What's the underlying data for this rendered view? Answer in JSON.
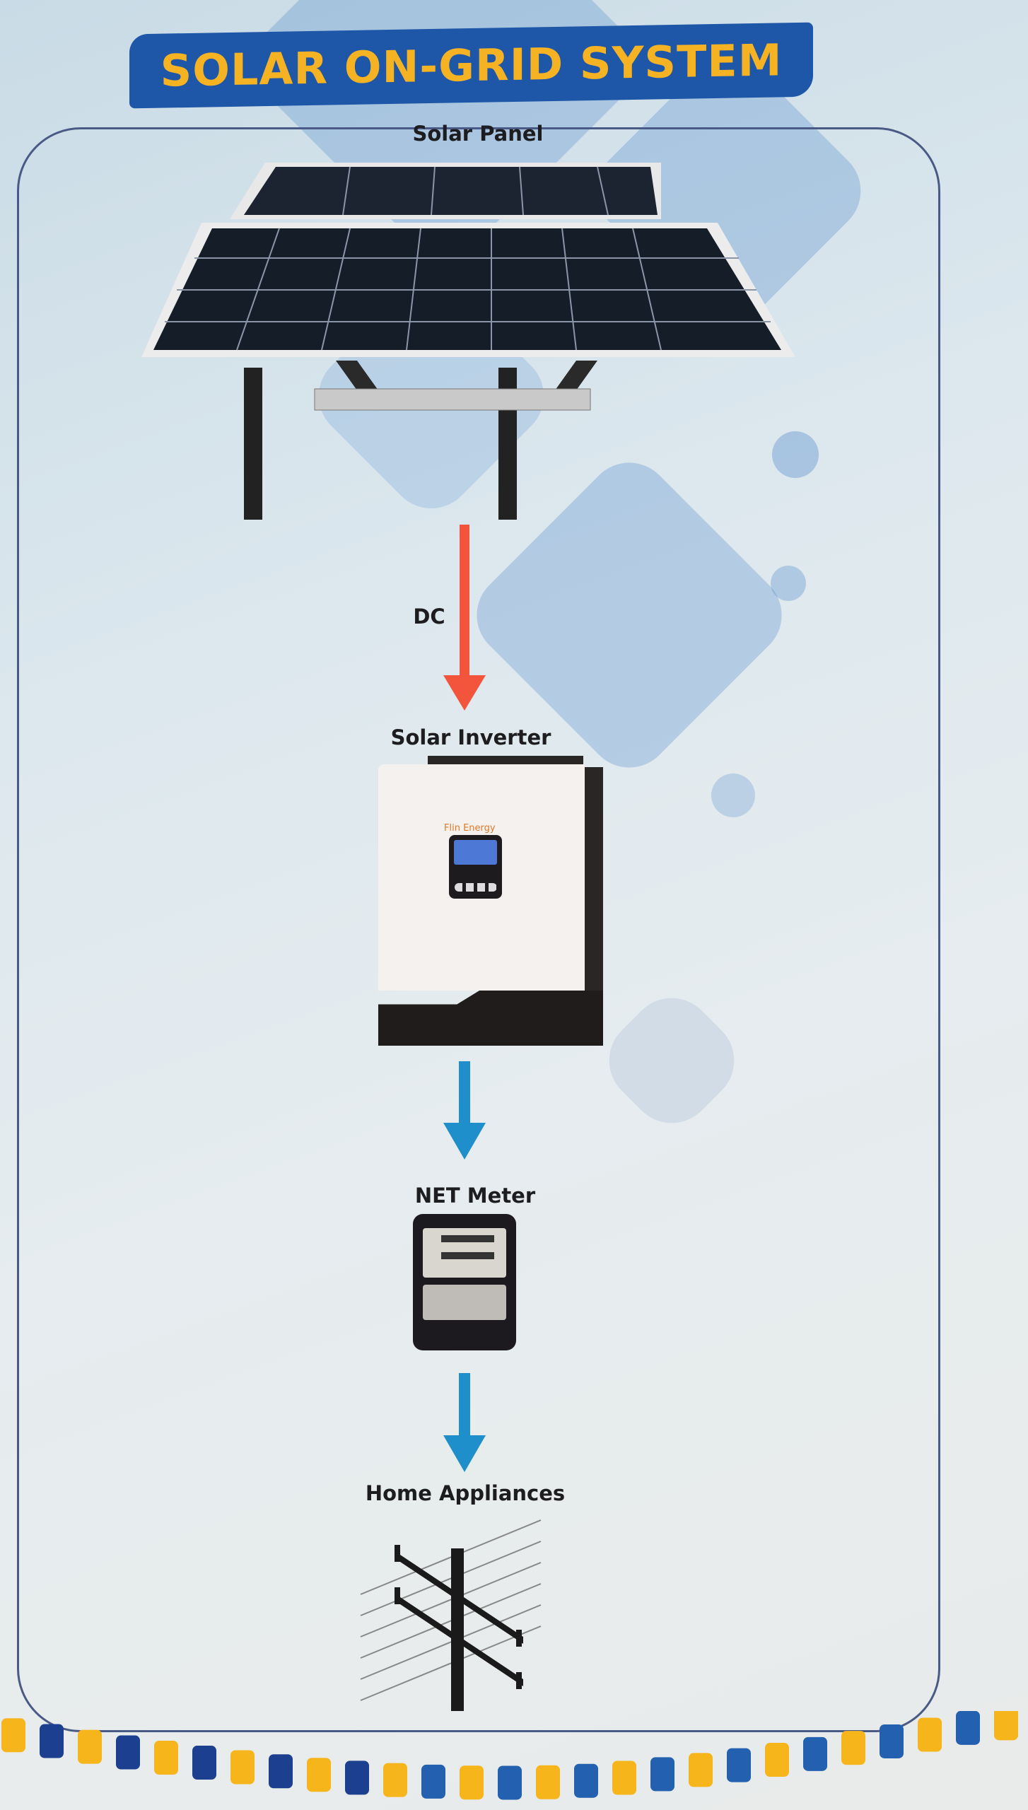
{
  "title": "SOLAR ON-GRID SYSTEM",
  "components": {
    "panel": {
      "label": "Solar Panel"
    },
    "dc": {
      "label": "DC"
    },
    "inverter": {
      "label": "Solar Inverter",
      "brand": "Flin Energy"
    },
    "meter": {
      "label": "NET Meter"
    },
    "appliances": {
      "label": "Home Appliances"
    }
  },
  "colors": {
    "banner": "#1e56a8",
    "title_text": "#f5b324",
    "dc_arrow": "#f2553c",
    "ac_arrow": "#1f8fcc",
    "stripe_yellow": "#f7b51c",
    "stripe_blue": "#1c3f8f"
  }
}
